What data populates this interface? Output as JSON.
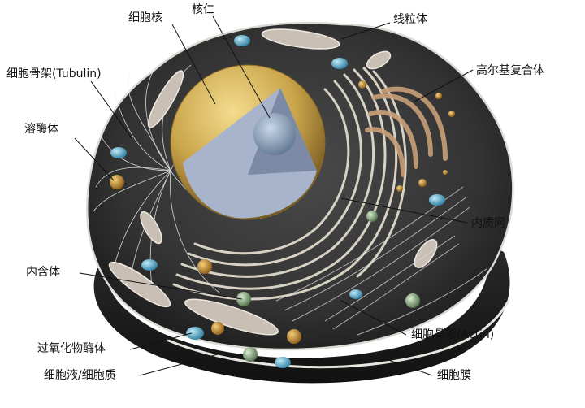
{
  "labels": {
    "nucleus": "细胞核",
    "nucleolus": "核仁",
    "mitochondrion": "线粒体",
    "cytoskeleton_tubulin": "细胞骨架(Tubulin)",
    "golgi": "高尔基复合体",
    "lysosome": "溶酶体",
    "er": "内质网",
    "inclusion": "内含体",
    "cytoskeleton_actin": "细胞骨架(Actin)",
    "peroxisome": "过氧化物酶体",
    "cytosol": "细胞液/细胞质",
    "membrane": "细胞膜"
  },
  "colors": {
    "membrane_edge": "#e8e6e0",
    "cytoplasm": "#3a3a3a",
    "nucleus_gold": "#c9a44a",
    "nucleus_inner": "#a8b4cc",
    "er": "#d8d2c4",
    "golgi": "#c8a078",
    "lysosome": "#d19a38",
    "vesicle_blue": "#5fb8d8",
    "leader": "#111111"
  }
}
